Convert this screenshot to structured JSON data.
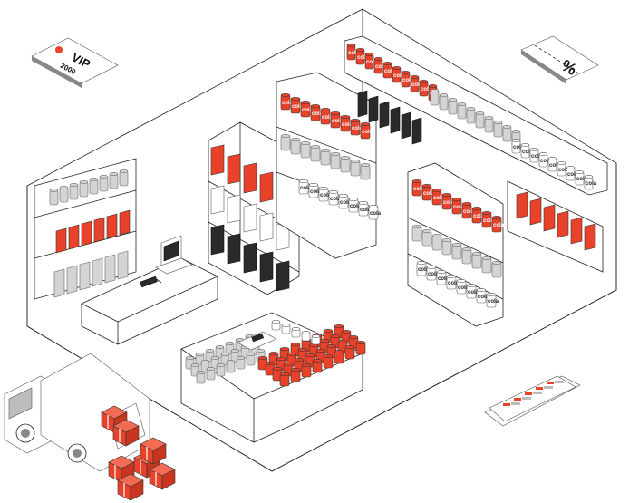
{
  "vip_card": {
    "text": "VIP",
    "number": "2000"
  },
  "discount_ticket": {
    "symbol": "%"
  },
  "product_label": "cola",
  "colors": {
    "accent": "#e8432a",
    "outline": "#222222",
    "gray": "#d4d4d4",
    "dark": "#2a2a2a"
  },
  "icons": [
    "vip-card-icon",
    "discount-ticket-icon",
    "phone-app-icon",
    "delivery-truck-icon",
    "cash-register-icon",
    "barcode-scanner-icon",
    "cardboard-box-icon"
  ]
}
